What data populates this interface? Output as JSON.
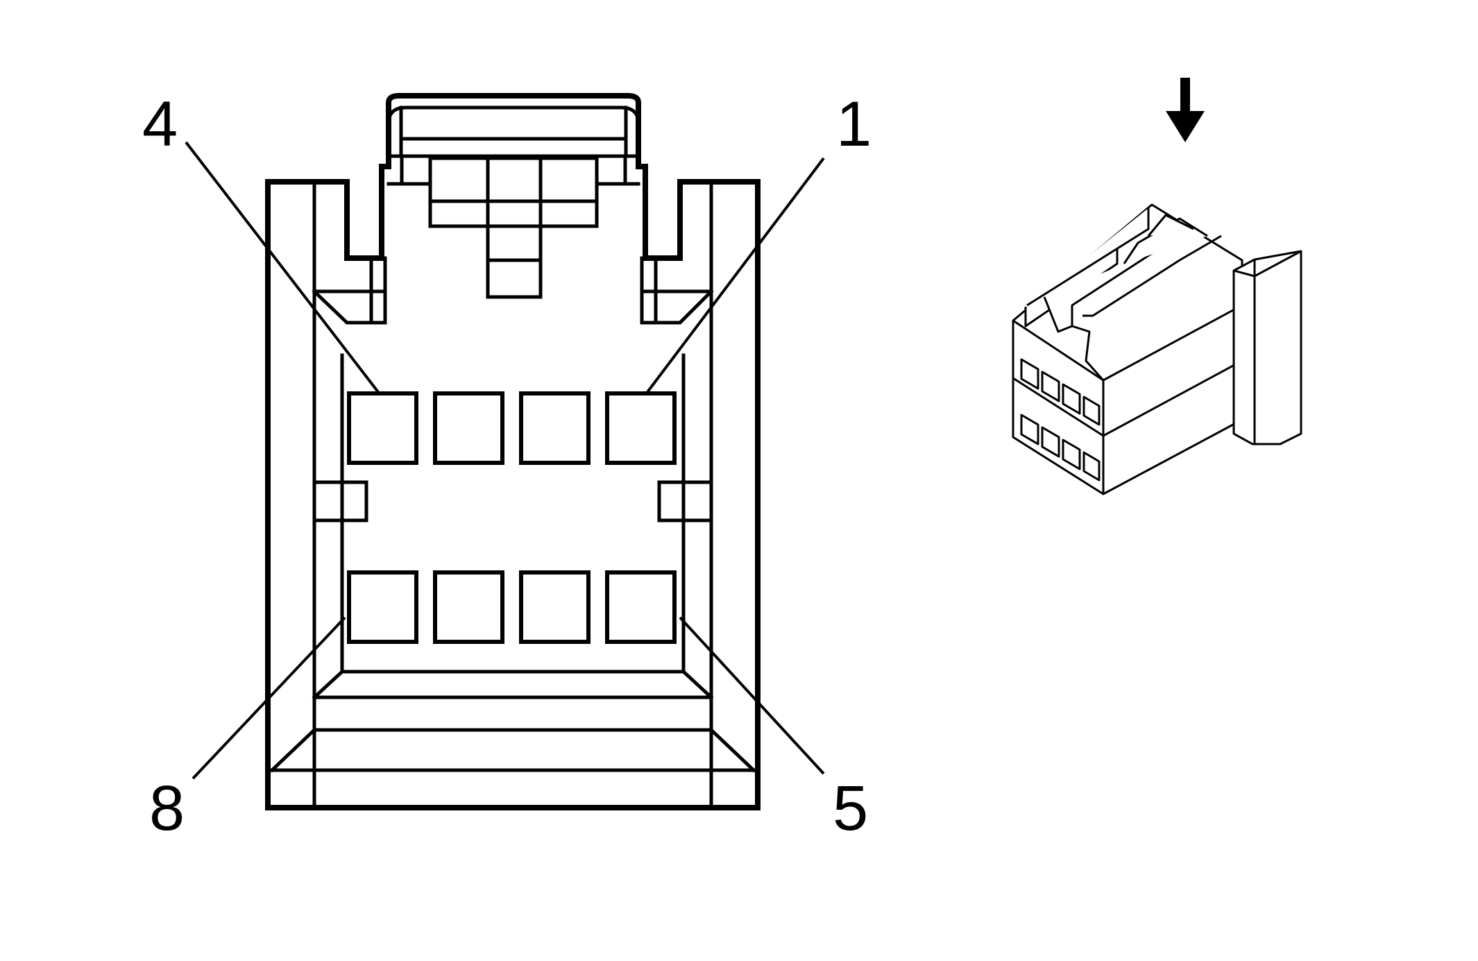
{
  "diagram": {
    "pin_labels": {
      "top_left": "4",
      "top_right": "1",
      "bottom_left": "8",
      "bottom_right": "5"
    },
    "connector": {
      "pin_rows": 2,
      "pins_per_row": 4,
      "pin_count": 8
    },
    "view_arrow": "down-arrow-icon",
    "colors": {
      "line": "#000000",
      "background": "#ffffff"
    }
  }
}
